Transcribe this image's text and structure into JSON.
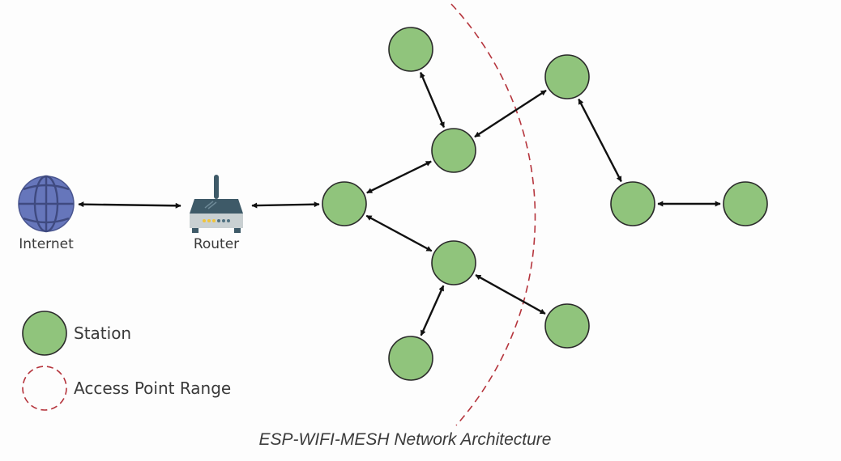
{
  "diagram": {
    "caption": "ESP-WIFI-MESH Network Architecture",
    "colors": {
      "station_fill": "#90c47c",
      "station_stroke": "#2a2a2a",
      "range_stroke": "#b5343c",
      "globe_fill": "#6676bb",
      "router_body": "#3e5a68",
      "edge": "#111111"
    },
    "nodes": [
      {
        "id": "internet",
        "type": "internet",
        "label": "Internet",
        "icon": "globe-icon"
      },
      {
        "id": "router",
        "type": "router",
        "label": "Router",
        "icon": "router-icon"
      },
      {
        "id": "s_root",
        "type": "station"
      },
      {
        "id": "s_up",
        "type": "station"
      },
      {
        "id": "s_up_top",
        "type": "station"
      },
      {
        "id": "s_down",
        "type": "station"
      },
      {
        "id": "s_down_bottom",
        "type": "station"
      },
      {
        "id": "s_far_top",
        "type": "station"
      },
      {
        "id": "s_far_mid",
        "type": "station"
      },
      {
        "id": "s_far_right",
        "type": "station"
      },
      {
        "id": "s_far_bottom",
        "type": "station"
      }
    ],
    "edges": [
      {
        "from": "internet",
        "to": "router",
        "bidirectional": true
      },
      {
        "from": "router",
        "to": "s_root",
        "bidirectional": true
      },
      {
        "from": "s_root",
        "to": "s_up",
        "bidirectional": true
      },
      {
        "from": "s_root",
        "to": "s_down",
        "bidirectional": true
      },
      {
        "from": "s_up",
        "to": "s_up_top",
        "bidirectional": true
      },
      {
        "from": "s_up",
        "to": "s_far_top",
        "bidirectional": true
      },
      {
        "from": "s_far_top",
        "to": "s_far_mid",
        "bidirectional": true
      },
      {
        "from": "s_far_mid",
        "to": "s_far_right",
        "bidirectional": true
      },
      {
        "from": "s_down",
        "to": "s_down_bottom",
        "bidirectional": true
      },
      {
        "from": "s_down",
        "to": "s_far_bottom",
        "bidirectional": true
      }
    ],
    "legend": [
      {
        "symbol": "station",
        "label": "Station"
      },
      {
        "symbol": "access-point-range",
        "label": "Access Point Range"
      }
    ]
  }
}
